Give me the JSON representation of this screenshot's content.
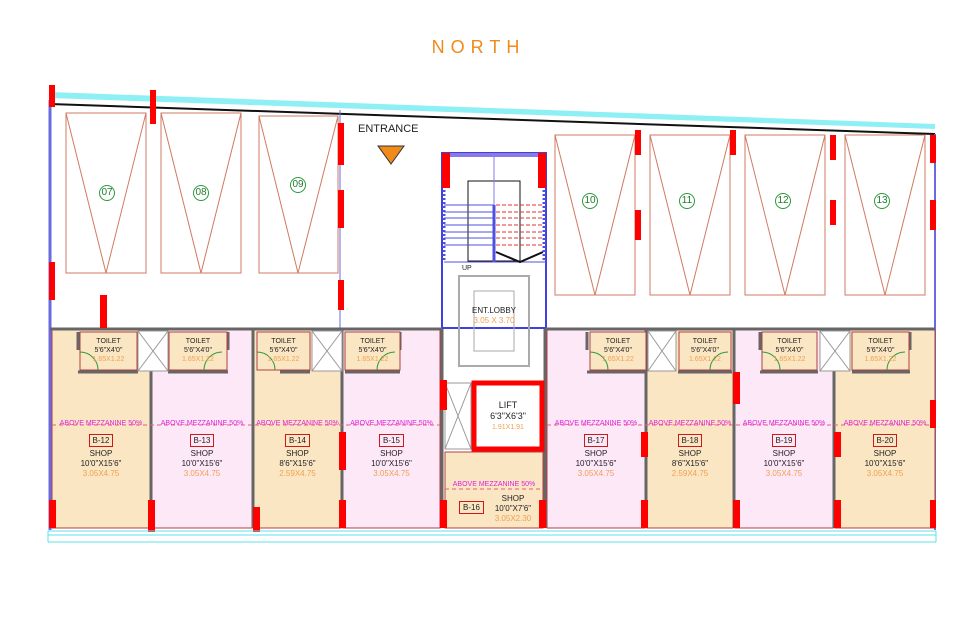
{
  "compass": "NORTH",
  "entrance": "ENTRANCE",
  "stair_label": "UP",
  "lobby": {
    "name": "ENT.LOBBY",
    "metric": "3.05 X 3.70"
  },
  "lift": {
    "name": "LIFT",
    "imperial": "6'3\"X6'3\"",
    "metric": "1.91X1.91"
  },
  "parking_bays": [
    "07",
    "08",
    "09",
    "10",
    "11",
    "12",
    "13"
  ],
  "toilet": {
    "name": "TOILET",
    "imperial": "5'6\"X4'0\"",
    "metric": "1.65X1.22"
  },
  "mezzanine_label": "ABOVE  MEZZANINE  50%",
  "shops": [
    {
      "id": "B-12",
      "type": "SHOP",
      "imperial": "10'0\"X15'6\"",
      "metric": "3.05X4.75"
    },
    {
      "id": "B-13",
      "type": "SHOP",
      "imperial": "10'0\"X15'6\"",
      "metric": "3.05X4.75"
    },
    {
      "id": "B-14",
      "type": "SHOP",
      "imperial": "8'6\"X15'6\"",
      "metric": "2.59X4.75"
    },
    {
      "id": "B-15",
      "type": "SHOP",
      "imperial": "10'0\"X15'6\"",
      "metric": "3.05X4.75"
    },
    {
      "id": "B-16",
      "type": "SHOP",
      "imperial": "10'0\"X7'6\"",
      "metric": "3.05X2.30"
    },
    {
      "id": "B-17",
      "type": "SHOP",
      "imperial": "10'0\"X15'6\"",
      "metric": "3.05X4.75"
    },
    {
      "id": "B-18",
      "type": "SHOP",
      "imperial": "8'6\"X15'6\"",
      "metric": "2.59X4.75"
    },
    {
      "id": "B-19",
      "type": "SHOP",
      "imperial": "10'0\"X15'6\"",
      "metric": "3.05X4.75"
    },
    {
      "id": "B-20",
      "type": "SHOP",
      "imperial": "10'0\"X15'6\"",
      "metric": "3.05X4.75"
    }
  ],
  "colors": {
    "beige": "#fbe6c4",
    "pink": "#fde8f8",
    "column": "#ff0000",
    "wall": "#666666",
    "boundary": "#5ee0e8",
    "mezzanine": "#e020e0",
    "dimension": "#f0a050"
  }
}
